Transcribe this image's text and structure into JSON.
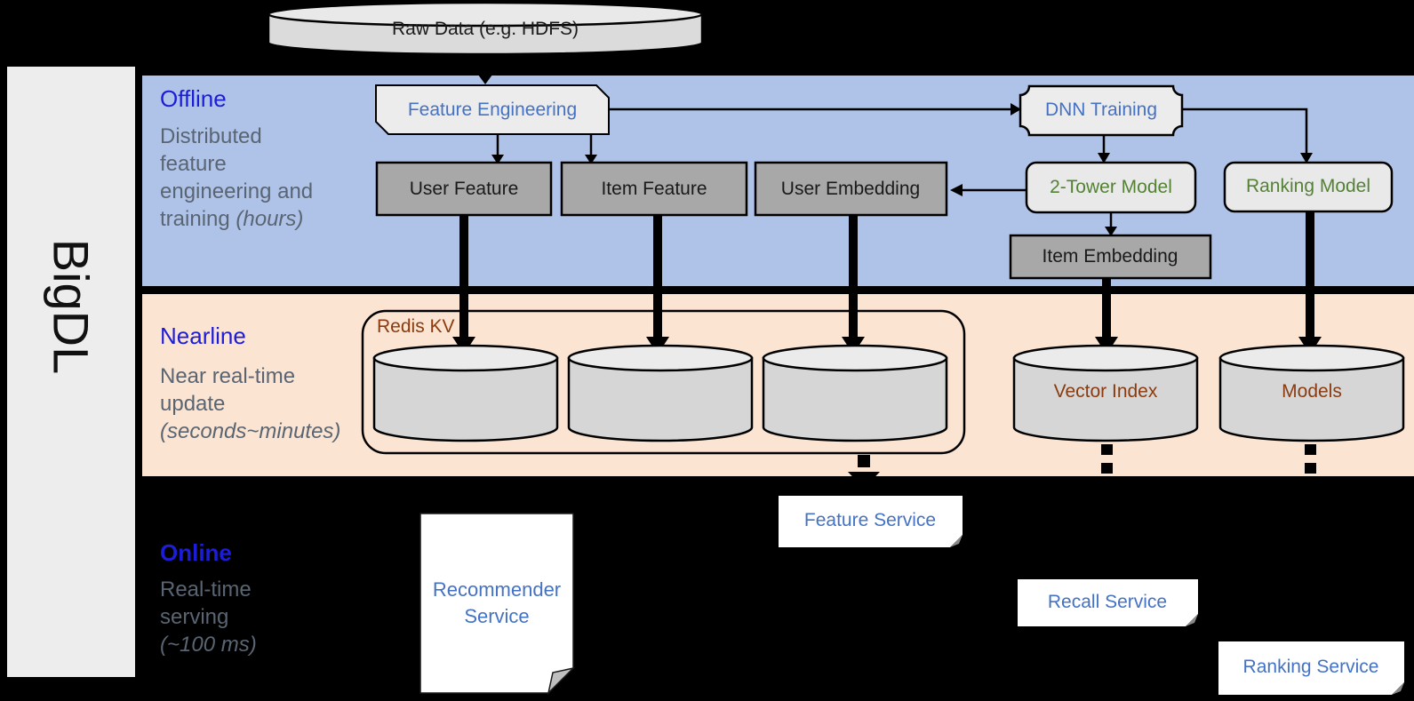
{
  "sidebar": {
    "label": "BigDL"
  },
  "source": {
    "label": "Raw Data (e.g. HDFS)"
  },
  "sections": {
    "offline": {
      "title": "Offline",
      "subtitle": "Distributed feature engineering and training ",
      "subtitle_italic": "(hours)"
    },
    "nearline": {
      "title": "Nearline",
      "subtitle": "Near real-time update ",
      "subtitle_italic": "(seconds~minutes)"
    },
    "online": {
      "title": "Online",
      "subtitle": "Real-time serving ",
      "subtitle_italic": "(~100 ms)"
    }
  },
  "nodes": {
    "feature_engineering": "Feature Engineering",
    "dnn_training": "DNN Training",
    "user_feature": "User Feature",
    "item_feature": "Item Feature",
    "user_embedding": "User Embedding",
    "two_tower_model": "2-Tower Model",
    "ranking_model": "Ranking Model",
    "item_embedding": "Item Embedding",
    "redis_kv": "Redis KV",
    "vector_index": "Vector Index",
    "models": "Models",
    "recommender_service": "Recommender Service",
    "feature_service": "Feature Service",
    "recall_service": "Recall Service",
    "ranking_service": "Ranking Service"
  },
  "colors": {
    "offline_band": "#AFC3E8",
    "nearline_band": "#FBE4D2",
    "online_background": "#000000",
    "section_title_blue": "#1D1DD8",
    "subtitle_gray": "#5A6573",
    "node_text_blue": "#4472C4",
    "node_text_green": "#548235",
    "node_text_brown": "#8A3B0F",
    "gray_box": "#A8A8A8",
    "light_shape": "#ECECEC"
  }
}
